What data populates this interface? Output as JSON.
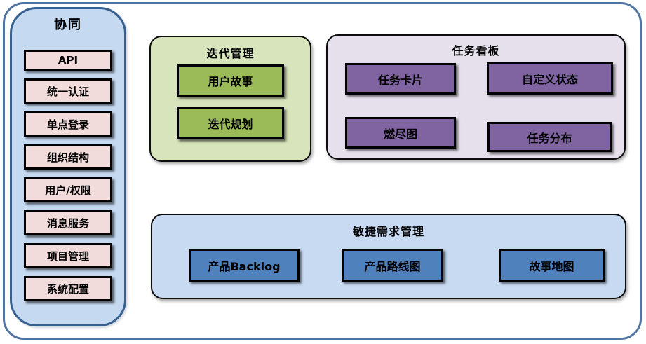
{
  "sidebar": {
    "title": "协同",
    "items": [
      "API",
      "统一认证",
      "单点登录",
      "组织结构",
      "用户/权限",
      "消息服务",
      "项目管理",
      "系统配置"
    ]
  },
  "sections": {
    "iteration": {
      "title": "迭代管理",
      "items": [
        "用户故事",
        "迭代规划"
      ]
    },
    "kanban": {
      "title": "任务看板",
      "items": [
        "任务卡片",
        "自定义状态",
        "燃尽图",
        "任务分布"
      ]
    },
    "agile": {
      "title": "敏捷需求管理",
      "items": [
        "产品Backlog",
        "产品路线图",
        "故事地图"
      ]
    }
  },
  "colors": {
    "outer_border": "#4f74a2",
    "sidebar_border": "#36608f",
    "sidebar_fill": "#c5d9f1",
    "sidebar_box_fill": "#f2dcdb",
    "iteration_section_fill": "#d7e4bc",
    "iteration_box_fill": "#9bbb59",
    "kanban_section_fill": "#e5e0ec",
    "kanban_box_fill": "#8064a2",
    "agile_section_fill": "#c7daf2",
    "agile_box_fill": "#4f81bd",
    "box_border": "#000000",
    "text": "#000000"
  }
}
